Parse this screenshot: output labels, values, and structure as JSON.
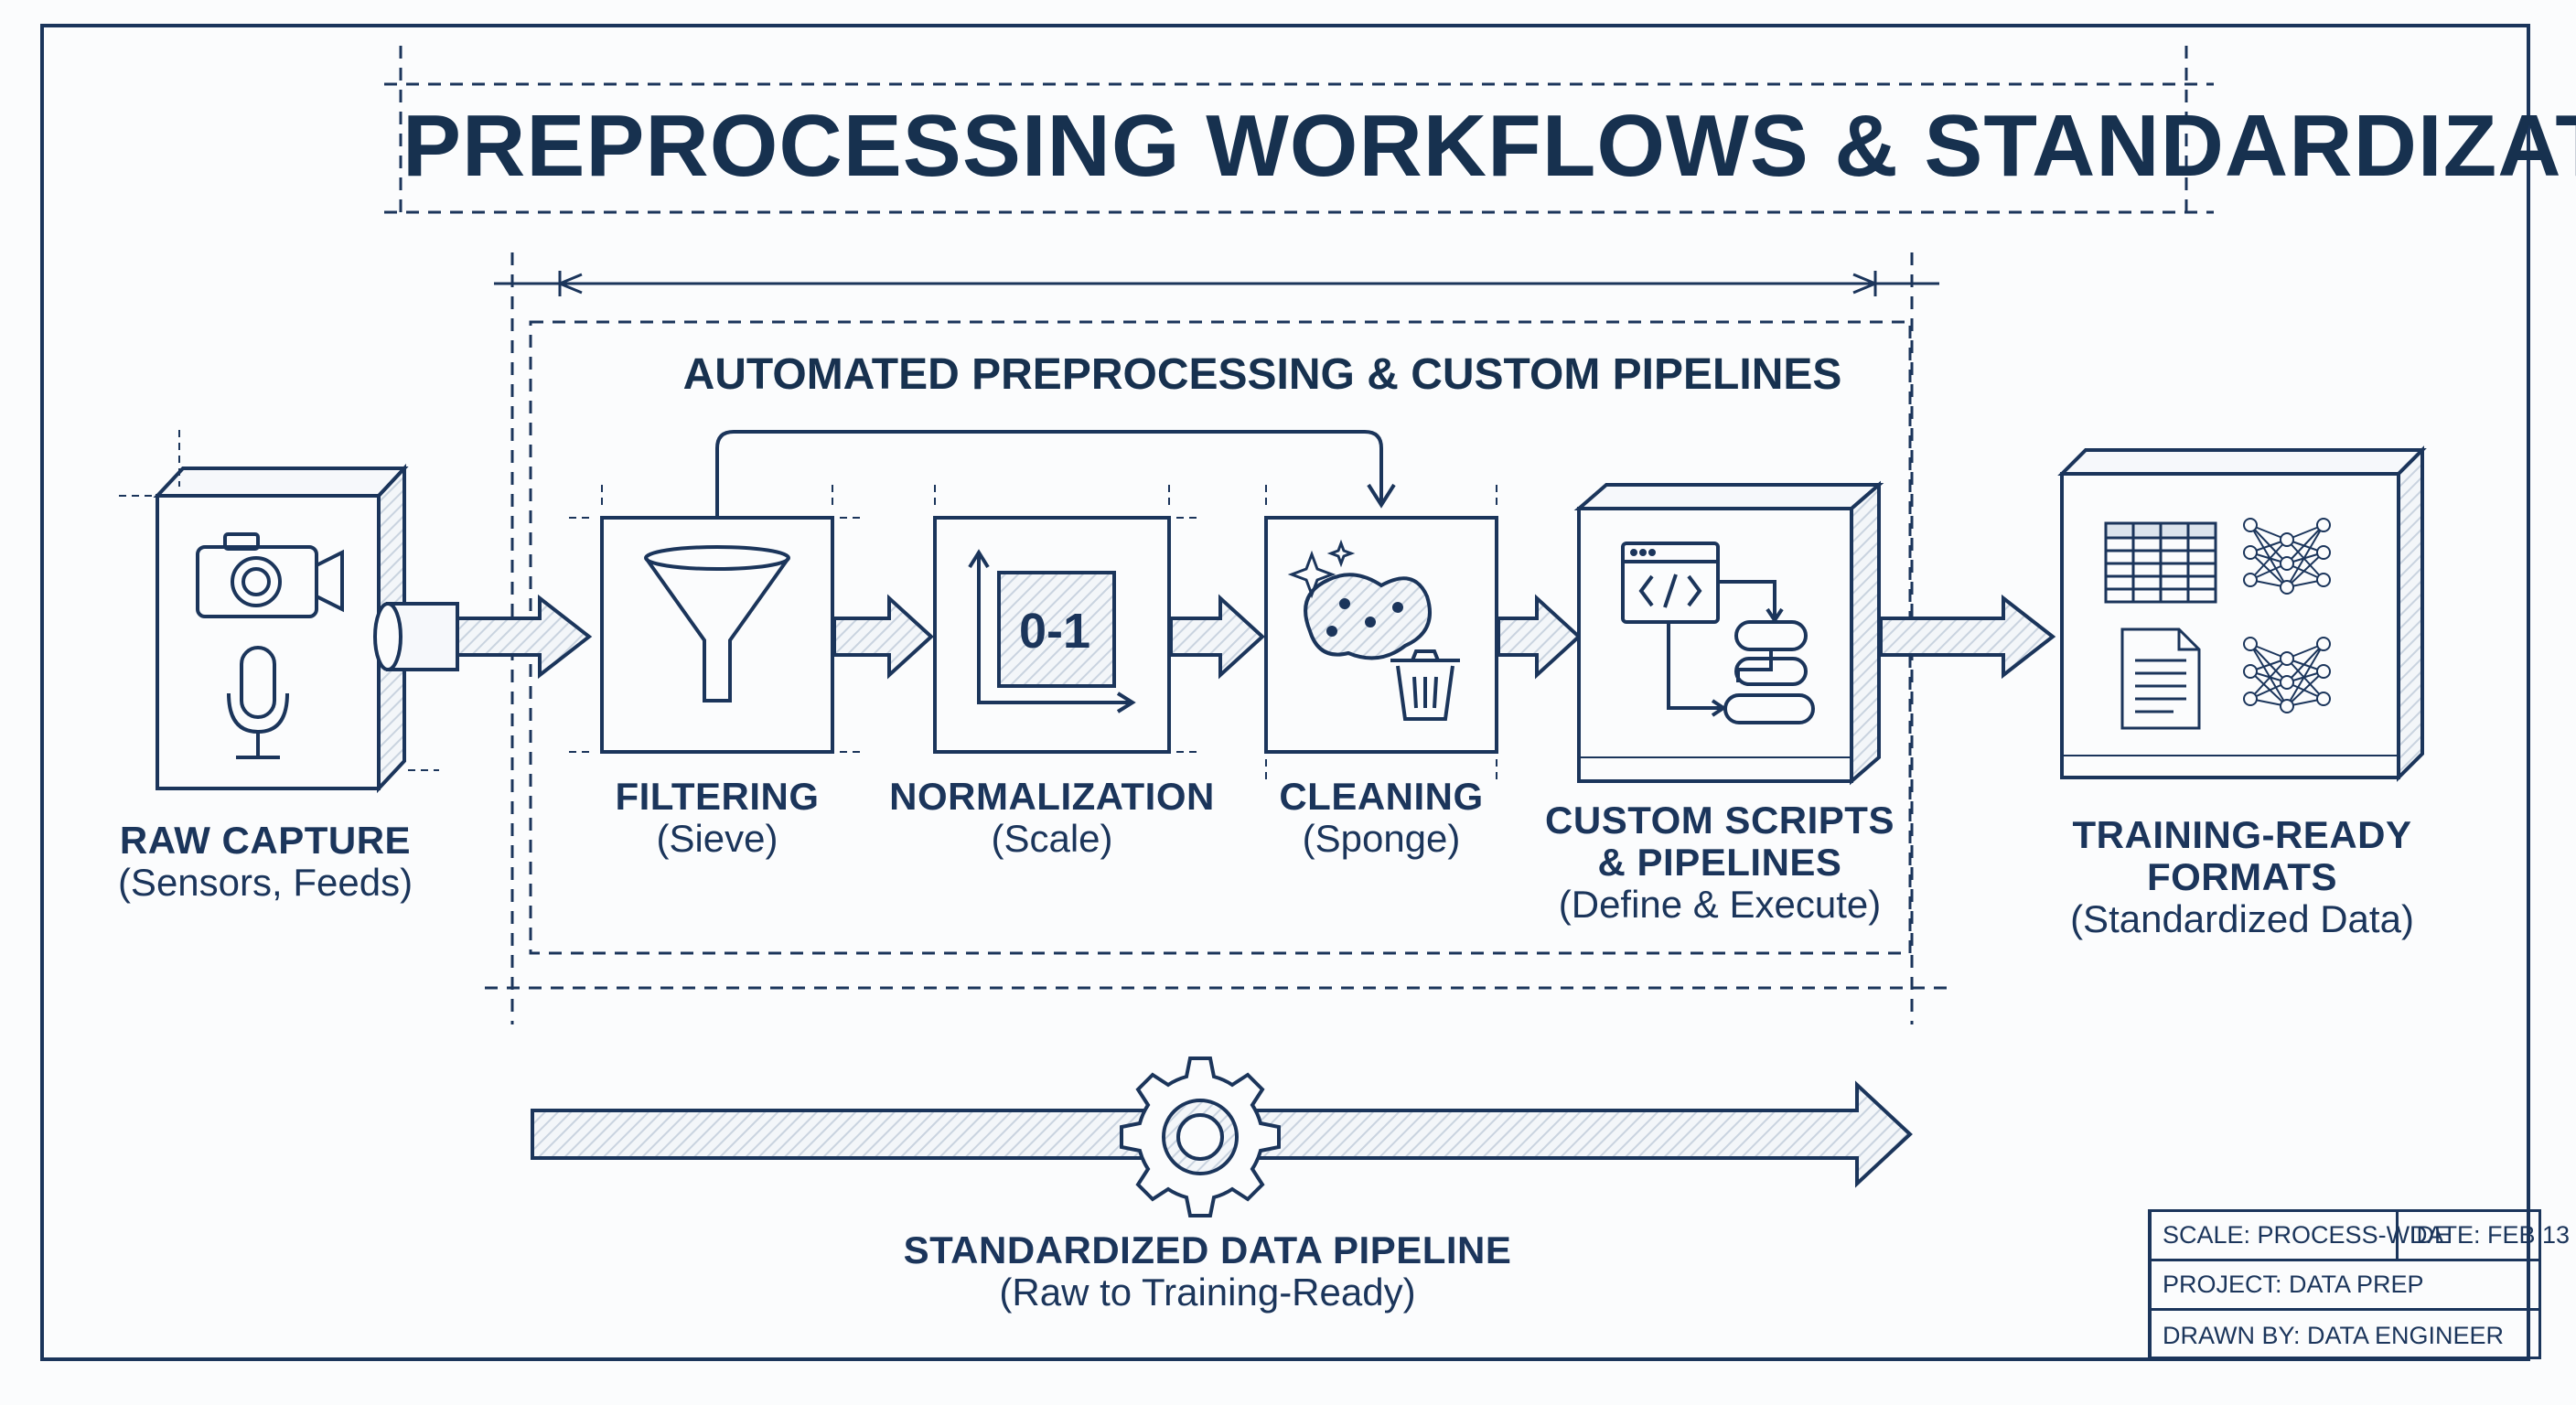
{
  "title": "PREPROCESSING WORKFLOWS & STANDARDIZATION",
  "section_title": "AUTOMATED PREPROCESSING & CUSTOM PIPELINES",
  "raw_capture": {
    "heading": "RAW CAPTURE",
    "subtitle": "(Sensors, Feeds)"
  },
  "steps": [
    {
      "heading": "FILTERING",
      "subtitle": "(Sieve)"
    },
    {
      "heading": "NORMALIZATION",
      "subtitle": "(Scale)",
      "value": "0-1"
    },
    {
      "heading": "CLEANING",
      "subtitle": "(Sponge)"
    }
  ],
  "custom": {
    "heading_line1": "CUSTOM SCRIPTS",
    "heading_line2": "& PIPELINES",
    "subtitle": "(Define & Execute)"
  },
  "training": {
    "heading_line1": "TRAINING-READY",
    "heading_line2": "FORMATS",
    "subtitle": "(Standardized Data)"
  },
  "pipeline": {
    "heading": "STANDARDIZED DATA PIPELINE",
    "subtitle": "(Raw to Training-Ready)"
  },
  "legend": {
    "scale": "SCALE: PROCESS-WIDE",
    "date": "DATE: FEB 13",
    "project": "PROJECT: DATA PREP",
    "drawn_by": "DRAWN BY: DATA ENGINEER"
  },
  "colors": {
    "ink": "#1b355b",
    "paper": "#fbfcfd",
    "hatch": "#c9d3df"
  }
}
